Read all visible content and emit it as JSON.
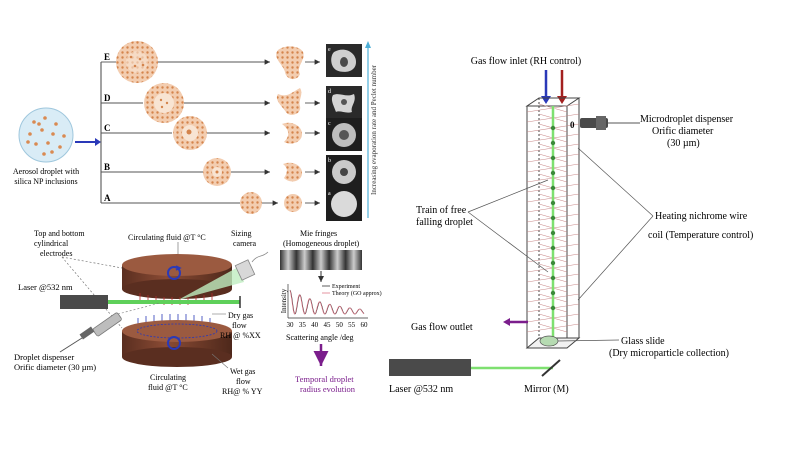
{
  "colors": {
    "particle_orange": "#d98a52",
    "particle_fill": "#f2c9a6",
    "cylinder_brown": "#7a4330",
    "cylinder_top": "#9b5a40",
    "laser_green": "#5fd05a",
    "gas_blue": "#2a39b8",
    "gas_red": "#a3201f",
    "purple": "#7b1e8c",
    "cyan_axis": "#4fb0d8"
  },
  "icons": {
    "dispenser": "dispenser-icon",
    "camera": "camera-icon",
    "laser": "laser-icon",
    "mirror": "mirror-icon"
  },
  "schematic_a": {
    "aerosol_label_1": "Aerosol droplet with",
    "aerosol_label_2": "silica NP inclusions",
    "rows": [
      {
        "letter": "E",
        "thumb": "e"
      },
      {
        "letter": "D",
        "thumb": "d"
      },
      {
        "letter": "C",
        "thumb": "c"
      },
      {
        "letter": "B",
        "thumb": "b"
      },
      {
        "letter": "A",
        "thumb": "a"
      }
    ],
    "axis_label": "Increasing  evaporation rate and Peclet number"
  },
  "schematic_b": {
    "electrodes_label_1": "Top and bottom",
    "electrodes_label_2": "cylindrical",
    "electrodes_label_3": "electrodes",
    "circ_top": "Circulating fluid @T °C",
    "sizing_1": "Sizing",
    "sizing_2": "camera",
    "mie_1": "Mie fringes",
    "mie_2": "(Homogeneous droplet)",
    "laser": "Laser @532 nm",
    "dry_1": "Dry gas",
    "dry_2": "flow",
    "dry_3": "RH @ %XX",
    "wet_1": "Wet gas",
    "wet_2": "flow",
    "wet_3": "RH@ % YY",
    "circ_bottom_1": "Circulating",
    "circ_bottom_2": "fluid @T °C",
    "dispenser_1": "Droplet dispenser",
    "dispenser_2": "Orific diameter (30 µm)",
    "temporal_1": "Temporal droplet",
    "temporal_2": "radius evolution"
  },
  "chart_data": {
    "type": "line",
    "xlabel": "Scattering angle /deg",
    "ylabel": "Intensity",
    "x_ticks": [
      30,
      35,
      40,
      45,
      50,
      55,
      60
    ],
    "xlim": [
      30,
      60
    ],
    "series": [
      {
        "name": "Experiment"
      },
      {
        "name": "Theory (GO approx)"
      }
    ]
  },
  "schematic_c": {
    "gas_inlet": "Gas flow inlet (RH control)",
    "dispenser_1": "Microdroplet dispenser",
    "dispenser_2": "Orific diameter",
    "dispenser_3": "(30  µm)",
    "train_1": "Train of free",
    "train_2": "falling droplet",
    "heating_1": "Heating nichrome wire",
    "heating_2": "coil (Temperature control)",
    "gas_outlet": "Gas flow outlet",
    "glass_1": "Glass slide",
    "glass_2": "(Dry microparticle collection)",
    "laser": "Laser @532 nm",
    "mirror": "Mirror (M)"
  }
}
